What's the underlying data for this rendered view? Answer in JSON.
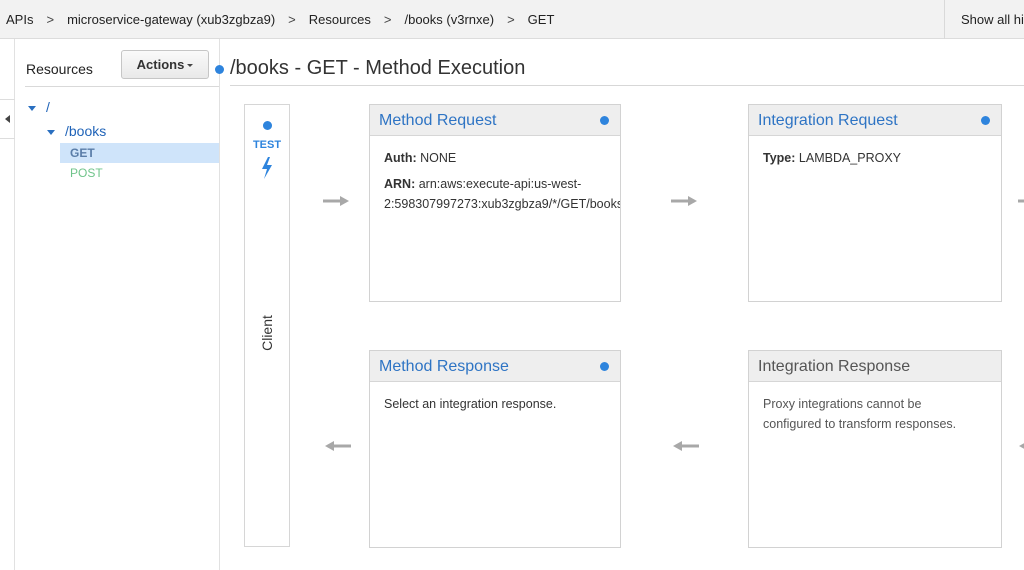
{
  "breadcrumb": {
    "items": [
      "APIs",
      "microservice-gateway (xub3zgbza9)",
      "Resources",
      "/books (v3rnxe)",
      "GET"
    ],
    "separator": ">"
  },
  "header": {
    "show_all_label": "Show all hi"
  },
  "resources": {
    "title": "Resources",
    "actions_label": "Actions",
    "tree": {
      "root": "/",
      "child": "/books",
      "methods": [
        {
          "label": "GET",
          "selected": true
        },
        {
          "label": "POST",
          "selected": false
        }
      ]
    }
  },
  "main": {
    "title": "/books - GET - Method Execution",
    "client": {
      "test_label": "TEST",
      "label": "Client"
    },
    "method_request": {
      "title": "Method Request",
      "auth_label": "Auth:",
      "auth_value": "NONE",
      "arn_label": "ARN:",
      "arn_value_line1": "arn:aws:execute-api:us-west-",
      "arn_value_line2": "2:598307997273:xub3zgbza9/*/GET/books"
    },
    "integration_request": {
      "title": "Integration Request",
      "type_label": "Type:",
      "type_value": "LAMBDA_PROXY"
    },
    "method_response": {
      "title": "Method Response",
      "body": "Select an integration response."
    },
    "integration_response": {
      "title": "Integration Response",
      "body_line1": "Proxy integrations cannot be",
      "body_line2": "configured to transform responses."
    }
  },
  "colors": {
    "accent": "#2e84dd",
    "link": "#1f63b8",
    "post_method": "#6fc48a",
    "selected_bg": "#cfe4fa"
  }
}
